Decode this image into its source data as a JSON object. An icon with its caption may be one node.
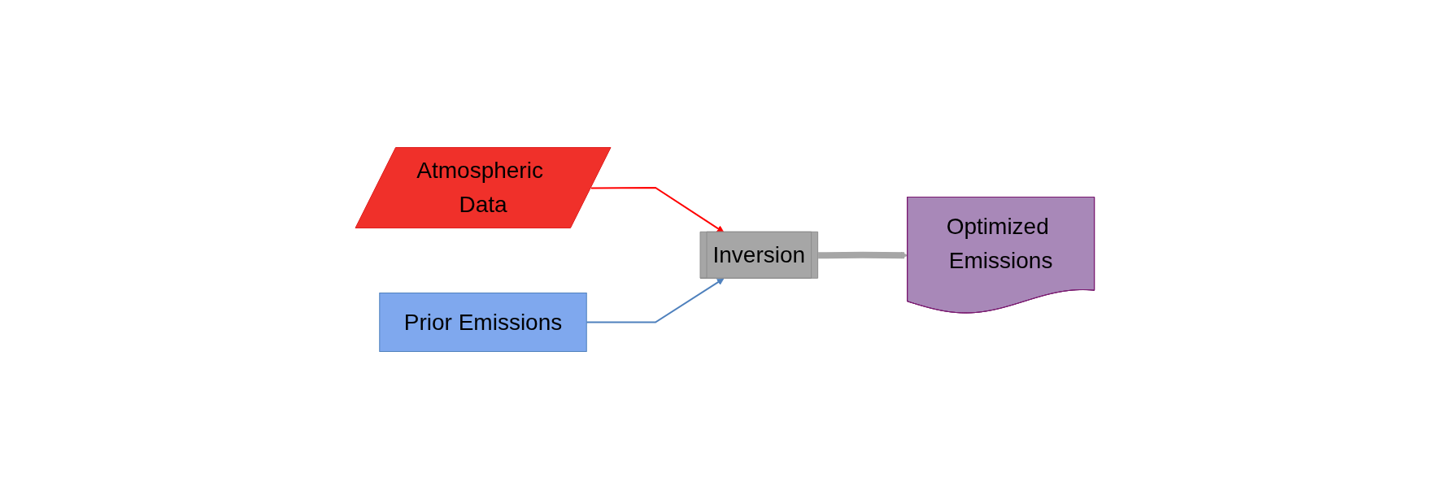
{
  "diagram": {
    "nodes": [
      {
        "text": [
          "Atmospheric Data"
        ]
      },
      {
        "text": [
          "Prior Emissions"
        ]
      },
      {
        "text": [
          "Inversion"
        ]
      },
      {
        "text": [
          "Optimized Emissions"
        ]
      }
    ],
    "edges": [
      {
        "from": 0,
        "to": 2,
        "arrow": "to",
        "color": "#ff0000"
      },
      {
        "from": 1,
        "to": 2,
        "arrow": "to",
        "color": "#4f81bd"
      },
      {
        "from": 2,
        "to": 3,
        "arrow": "to",
        "style": "thick",
        "color": "#a6a6a6"
      }
    ]
  }
}
